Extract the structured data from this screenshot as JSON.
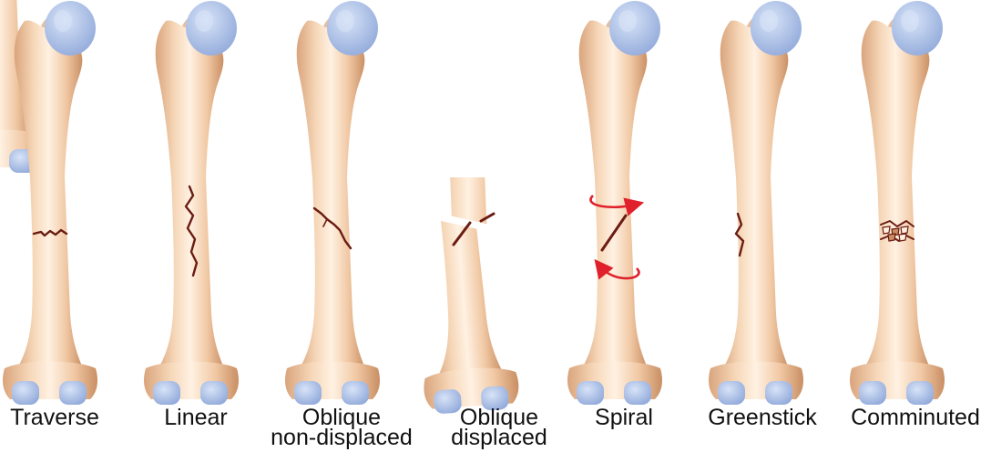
{
  "colors": {
    "bone": "#f1c9a5",
    "bone_shade": "#d9a47c",
    "bone_highlight": "#fff1e2",
    "cartilage": "#a9bfe6",
    "cartilage_highlight": "#d7e3f7",
    "crack": "#6b1c12",
    "rotation_arrow": "#e0202b"
  },
  "fractures": [
    {
      "label": "Traverse",
      "type": "traverse"
    },
    {
      "label": "Linear",
      "type": "linear"
    },
    {
      "label": "Oblique",
      "label_line2": "non-displaced",
      "type": "oblique-nondisplaced"
    },
    {
      "label": "Oblique",
      "label_line2": "displaced",
      "type": "oblique-displaced"
    },
    {
      "label": "Spiral",
      "type": "spiral"
    },
    {
      "label": "Greenstick",
      "type": "greenstick"
    },
    {
      "label": "Comminuted",
      "type": "comminuted"
    }
  ]
}
